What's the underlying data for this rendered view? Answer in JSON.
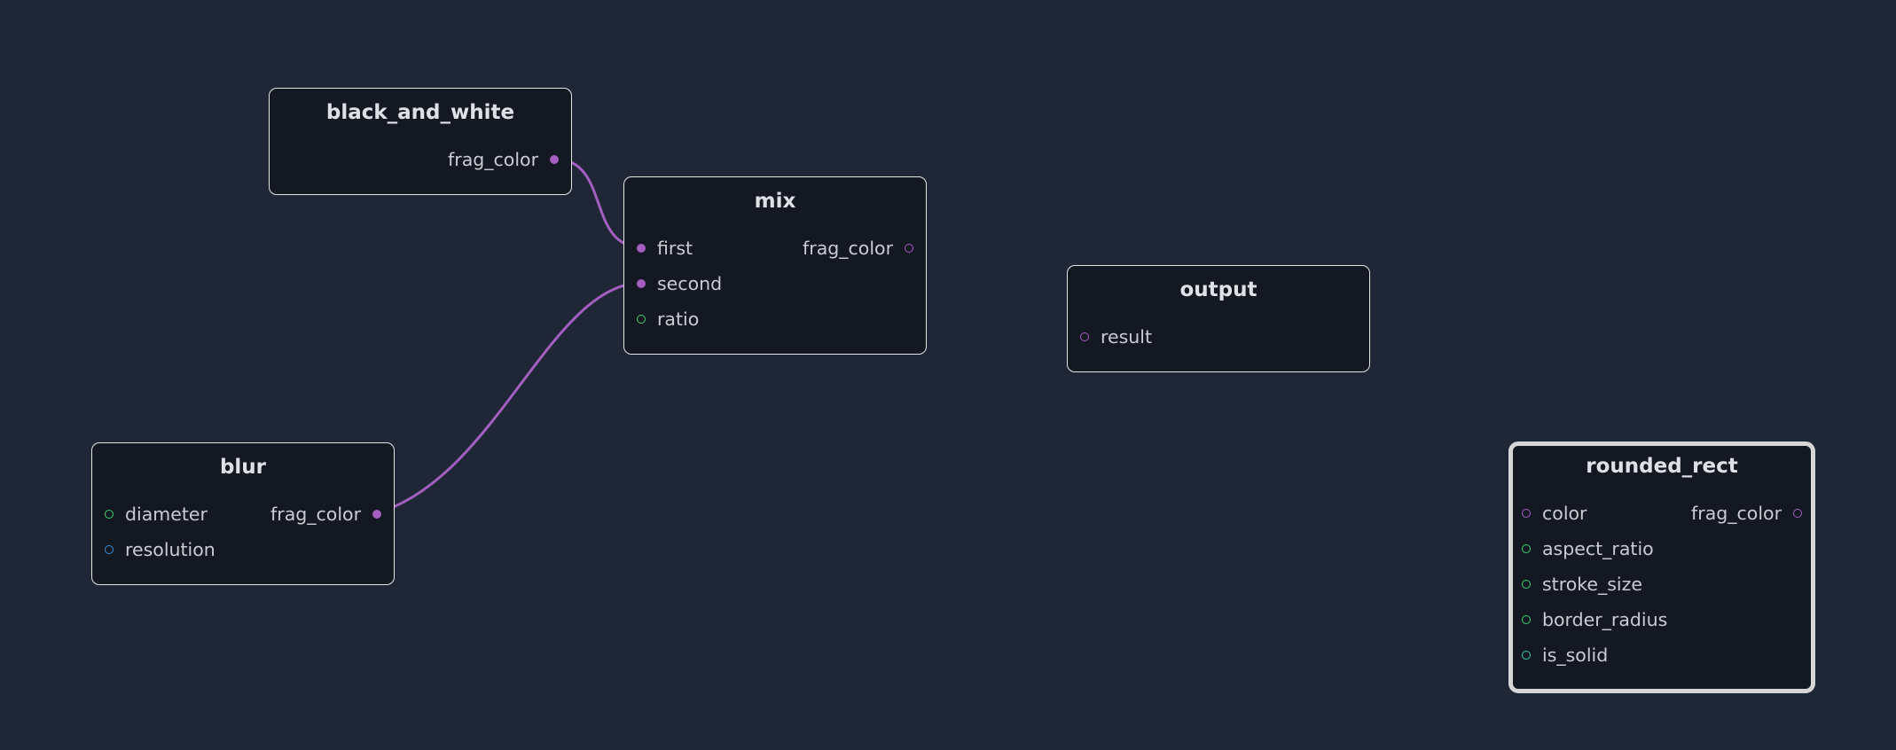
{
  "colors": {
    "background": "#1f2737",
    "node_fill": "#131822",
    "node_border": "#e6e6e6",
    "wire": "#a35fbf",
    "port_color": "#a35fbf",
    "port_float": "#3fcf72",
    "port_vec2": "#3d8ed8",
    "port_bool": "#39c9a4"
  },
  "nodes": {
    "black_and_white": {
      "title": "black_and_white",
      "outputs": [
        "frag_color"
      ]
    },
    "mix": {
      "title": "mix",
      "inputs": [
        "first",
        "second",
        "ratio"
      ],
      "outputs": [
        "frag_color"
      ]
    },
    "output": {
      "title": "output",
      "inputs": [
        "result"
      ]
    },
    "blur": {
      "title": "blur",
      "inputs": [
        "diameter",
        "resolution"
      ],
      "outputs": [
        "frag_color"
      ]
    },
    "rounded_rect": {
      "title": "rounded_rect",
      "selected": true,
      "inputs": [
        "color",
        "aspect_ratio",
        "stroke_size",
        "border_radius",
        "is_solid"
      ],
      "outputs": [
        "frag_color"
      ]
    }
  },
  "connections": [
    {
      "from": "black_and_white.frag_color",
      "to": "mix.first"
    },
    {
      "from": "blur.frag_color",
      "to": "mix.second"
    }
  ]
}
